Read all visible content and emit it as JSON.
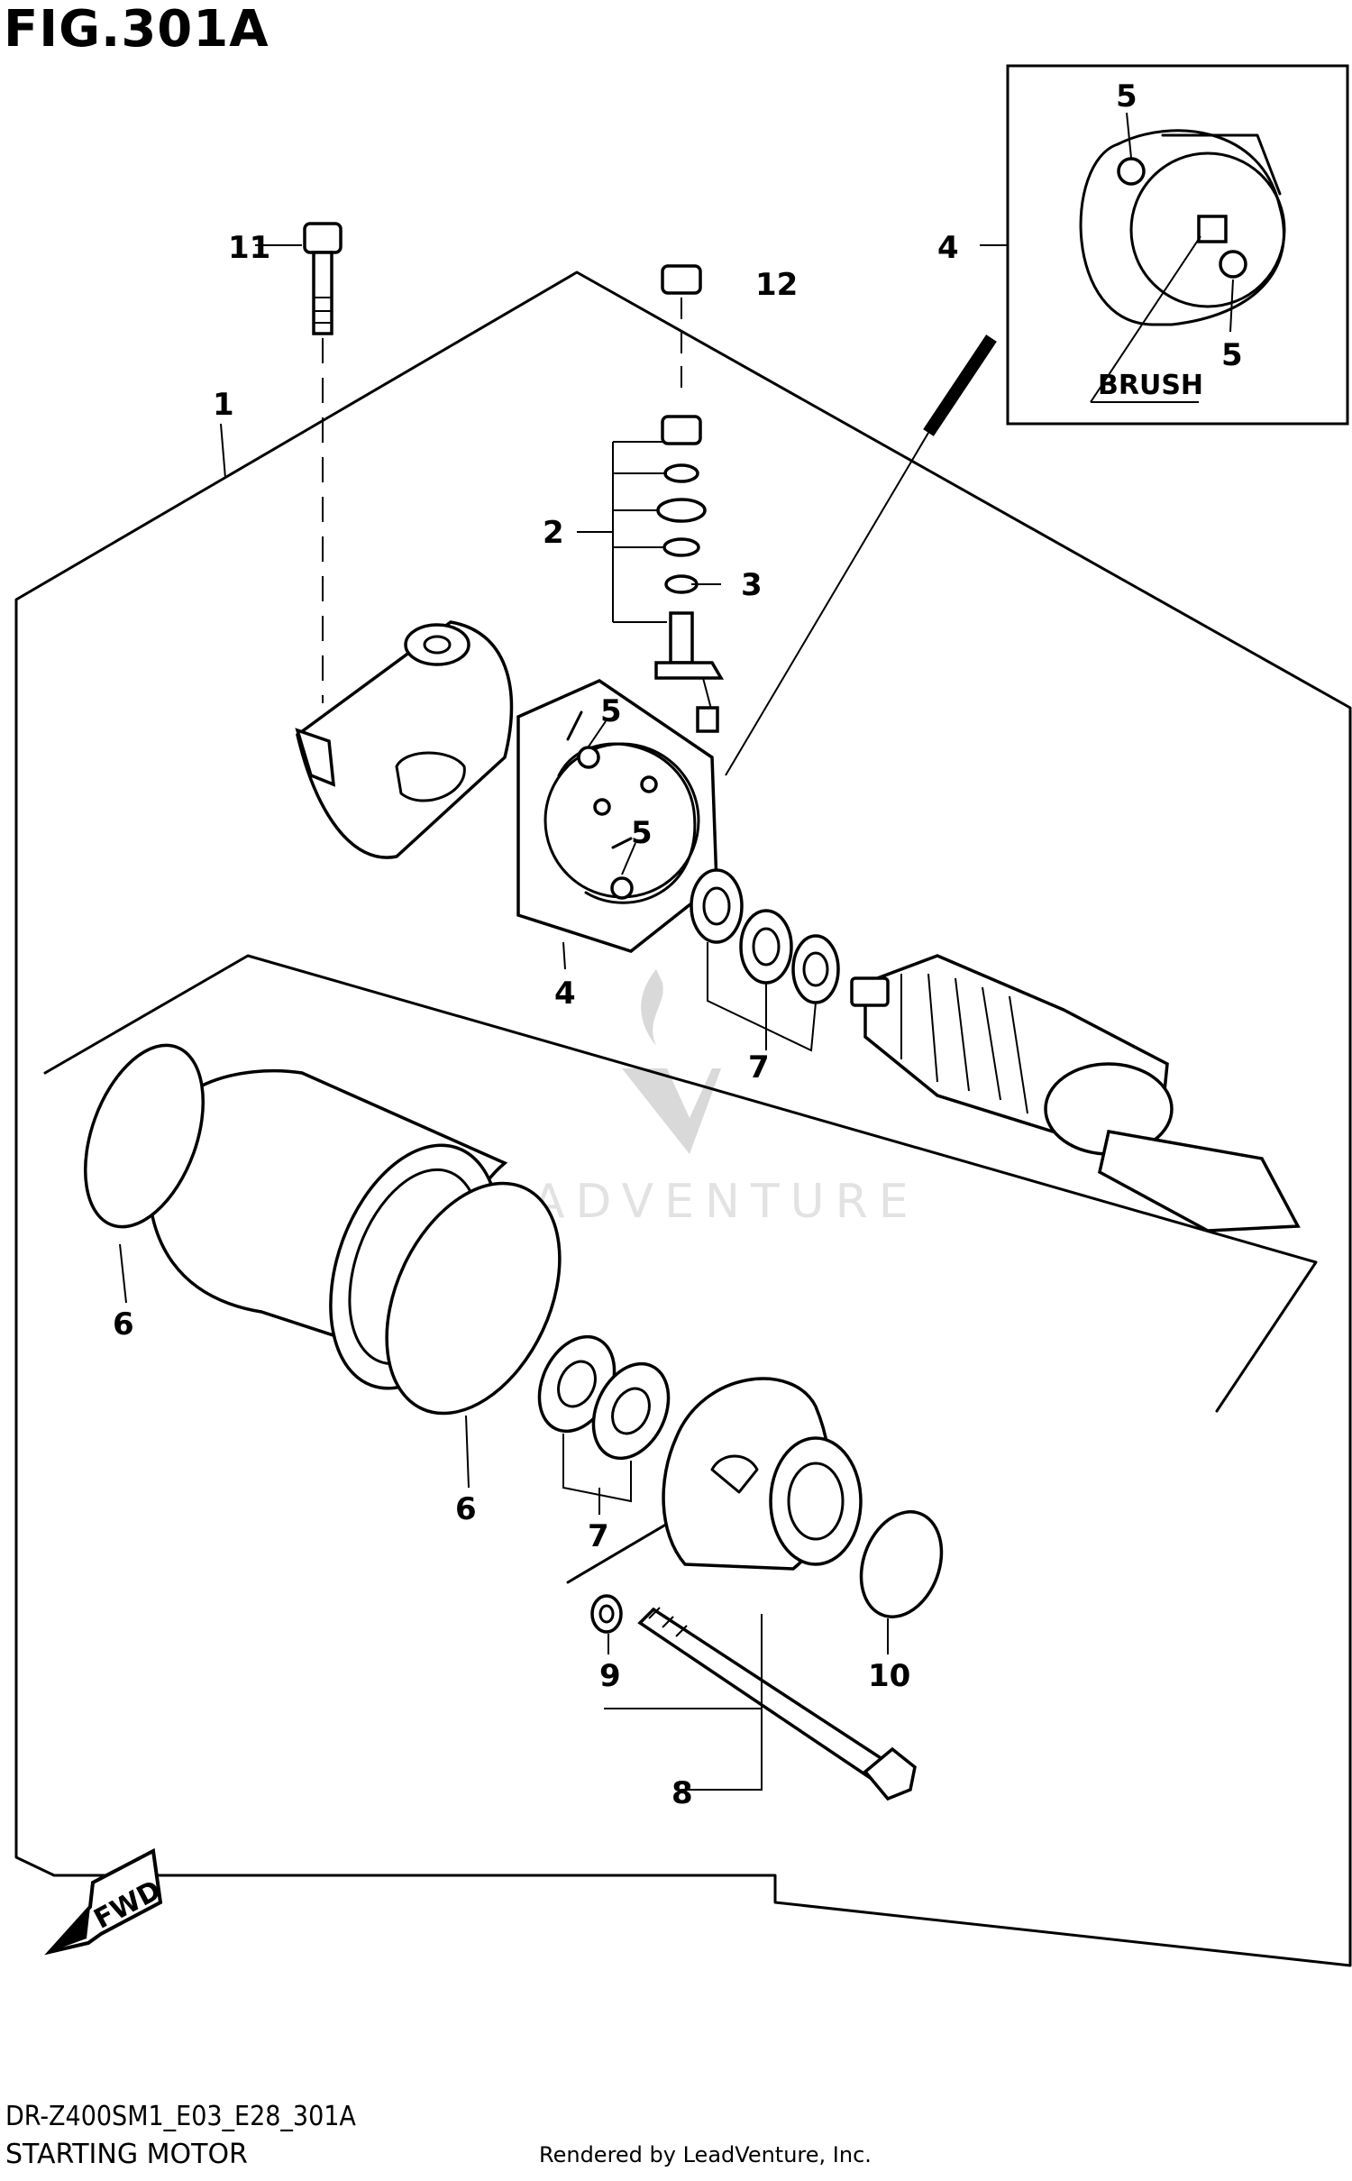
{
  "figure": {
    "title": "FIG.301A"
  },
  "footer": {
    "code": "DR-Z400SM1_E03_E28_301A",
    "description": "STARTING MOTOR",
    "credit": "Rendered by LeadVenture, Inc."
  },
  "watermark": {
    "text": "LEADVENTURE"
  },
  "inset": {
    "brush_label": "BRUSH"
  },
  "fwd_label": "FWD",
  "callouts": {
    "c1": "1",
    "c2": "2",
    "c3": "3",
    "c4_inset": "4",
    "c4": "4",
    "c5_inset_top": "5",
    "c5_inset_bottom": "5",
    "c5_holder_top": "5",
    "c5_holder_mid": "5",
    "c6_left": "6",
    "c6_mid": "6",
    "c7_upper": "7",
    "c7_lower": "7",
    "c8": "8",
    "c9": "9",
    "c10": "10",
    "c11": "11",
    "c12": "12"
  },
  "colors": {
    "ink": "#000000",
    "paper": "#ffffff",
    "watermark": "#d9d9d9"
  }
}
